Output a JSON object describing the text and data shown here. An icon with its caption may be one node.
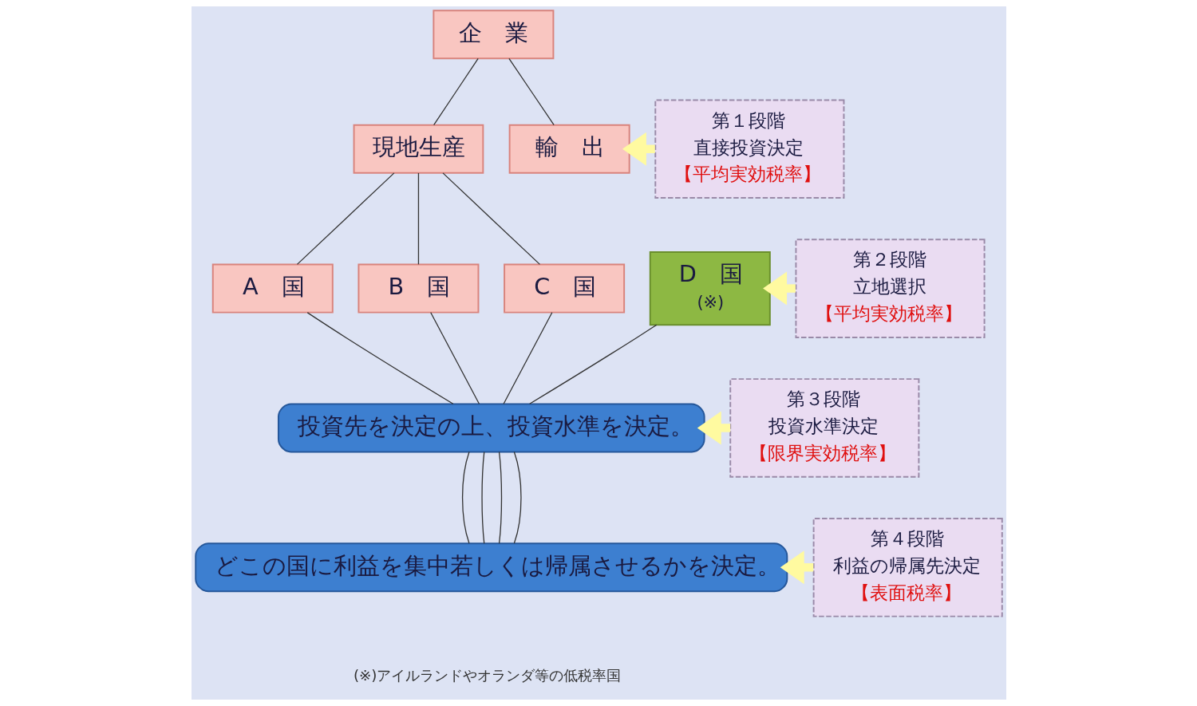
{
  "diagram": {
    "nodes": [
      {
        "text": [
          "企　業"
        ]
      },
      {
        "text": [
          "現地生産"
        ]
      },
      {
        "text": [
          "輸　出"
        ]
      },
      {
        "text": [
          "A　国"
        ]
      },
      {
        "text": [
          "B　国"
        ]
      },
      {
        "text": [
          "C　国"
        ]
      },
      {
        "text": [
          "D　国",
          "(※)"
        ]
      },
      {
        "text": [
          "投資先を決定の上、投資水準を決定。"
        ]
      },
      {
        "text": [
          "どこの国に利益を集中若しくは帰属させるかを決定。"
        ]
      },
      {
        "text": [
          "第１段階",
          "直接投資決定",
          "【平均実効税率】"
        ]
      },
      {
        "text": [
          "第２段階",
          "立地選択",
          "【平均実効税率】"
        ]
      },
      {
        "text": [
          "第３段階",
          "投資水準決定",
          "【限界実効税率】"
        ]
      },
      {
        "text": [
          "第４段階",
          "利益の帰属先決定",
          "【表面税率】"
        ]
      }
    ],
    "edges": [
      {
        "from": 0,
        "to": 1,
        "arrow": "none"
      },
      {
        "from": 0,
        "to": 2,
        "arrow": "none"
      },
      {
        "from": 1,
        "to": 3,
        "arrow": "none"
      },
      {
        "from": 1,
        "to": 4,
        "arrow": "none"
      },
      {
        "from": 1,
        "to": 5,
        "arrow": "none"
      },
      {
        "from": 3,
        "to": 7,
        "arrow": "none"
      },
      {
        "from": 4,
        "to": 7,
        "arrow": "none"
      },
      {
        "from": 5,
        "to": 7,
        "arrow": "none"
      },
      {
        "from": 6,
        "to": 7,
        "arrow": "none"
      },
      {
        "from": 7,
        "to": 8,
        "arrow": "none"
      },
      {
        "from": 7,
        "to": 8,
        "arrow": "none"
      },
      {
        "from": 7,
        "to": 8,
        "arrow": "none"
      },
      {
        "from": 7,
        "to": 8,
        "arrow": "none"
      },
      {
        "from": 9,
        "to": 2,
        "arrow": "to",
        "style": "thick",
        "color": "#fffaa0"
      },
      {
        "from": 10,
        "to": 6,
        "arrow": "to",
        "style": "thick",
        "color": "#fffaa0"
      },
      {
        "from": 11,
        "to": 7,
        "arrow": "to",
        "style": "thick",
        "color": "#fffaa0"
      },
      {
        "from": 12,
        "to": 8,
        "arrow": "to",
        "style": "thick",
        "color": "#fffaa0"
      }
    ],
    "labels": [
      "(※)アイルランドやオランダ等の低税率国"
    ]
  }
}
